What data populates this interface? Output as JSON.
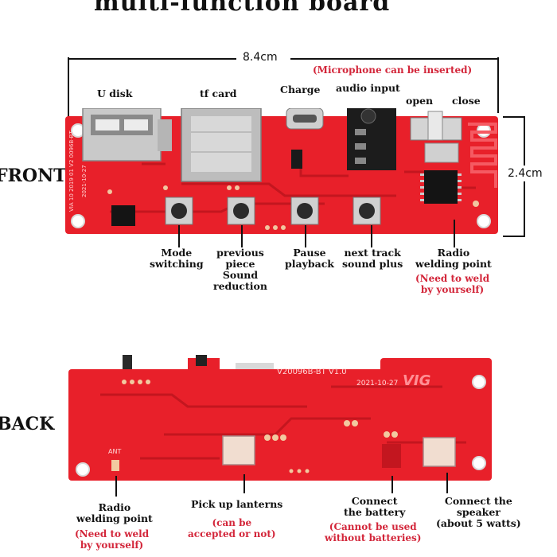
{
  "title": "multi-function board",
  "front": {
    "side_label": "FRONT",
    "width_dim": "8.4cm",
    "height_dim": "2.4cm",
    "mic_note": "(Microphone can be inserted)",
    "board_text": [
      "VIA 10 2019 01 V2 0096B-BT",
      "2021-10-27"
    ],
    "top_labels": {
      "u_disk": "U disk",
      "tf_card": "tf card",
      "charge": "Charge",
      "audio_input": "audio input",
      "open": "open",
      "close": "close"
    },
    "bottom_labels": {
      "mode": [
        "Mode",
        "switching"
      ],
      "previous": [
        "previous",
        "piece",
        "Sound",
        "reduction"
      ],
      "pause": [
        "Pause",
        "playback"
      ],
      "next": [
        "next track",
        "sound plus"
      ],
      "radio": [
        "Radio",
        "welding point"
      ],
      "radio_note": [
        "(Need to weld",
        "by yourself)"
      ]
    }
  },
  "back": {
    "side_label": "BACK",
    "board_text": {
      "model": "V20096B-BT V1.0",
      "date": "2021-10-27",
      "logo": "VIG",
      "ant": "ANT"
    },
    "labels": {
      "radio": [
        "Radio",
        "welding point"
      ],
      "radio_note": [
        "(Need to weld",
        "by yourself)"
      ],
      "lanterns": "Pick up lanterns",
      "lanterns_note": [
        "(can be",
        "accepted or not)"
      ],
      "battery": [
        "Connect",
        "the battery"
      ],
      "battery_note": [
        "(Cannot be used",
        "without batteries)"
      ],
      "speaker": [
        "Connect the",
        "speaker",
        "(about 5 watts)"
      ]
    }
  },
  "colors": {
    "board": "#e8202a",
    "board_dark": "#c3161f",
    "note_red": "#d3263a",
    "metal": "#c9c9c9"
  }
}
